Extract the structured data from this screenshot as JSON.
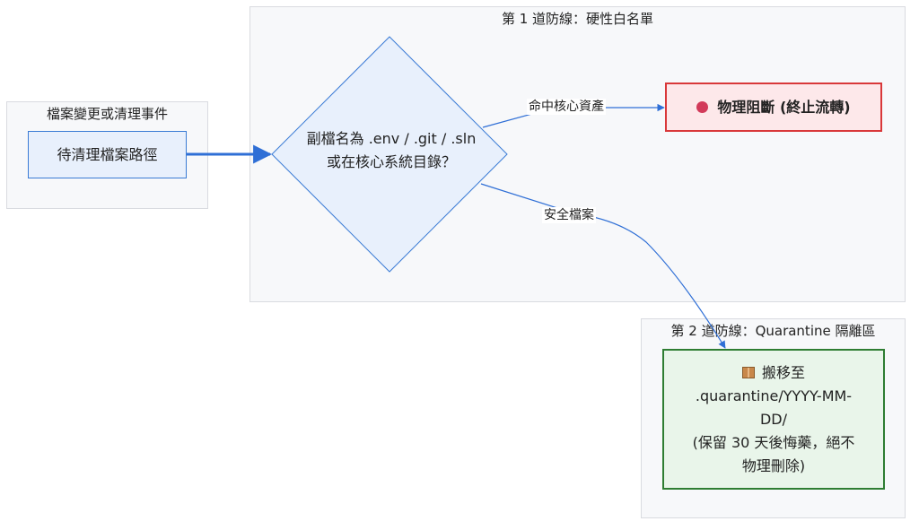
{
  "clusters": {
    "event": {
      "title": "檔案變更或清理事件"
    },
    "line1": {
      "title": "第 1 道防線：硬性白名單"
    },
    "line2": {
      "title": "第 2 道防線：Quarantine 隔離區"
    }
  },
  "nodes": {
    "start": {
      "label": "待清理檔案路徑"
    },
    "decision": {
      "line1": "副檔名為 .env / .git / .sln",
      "line2": "或在核心系統目錄？"
    },
    "block": {
      "label": "物理阻斷 (終止流轉)",
      "icon": "stop-sign-icon"
    },
    "quarantine": {
      "icon": "package-icon",
      "line1": "搬移至",
      "line2": ".quarantine/YYYY-MM-",
      "line3": "DD/",
      "line4": "(保留 30 天後悔藥，絕不",
      "line5": "物理刪除)"
    }
  },
  "edges": {
    "hit": {
      "label": "命中核心資產"
    },
    "safe": {
      "label": "安全檔案"
    }
  },
  "colors": {
    "edge": "#2f6fd6",
    "start_fill": "#e8f0fc",
    "block_fill": "#fde8ea",
    "block_border": "#d9383a",
    "quarantine_fill": "#e9f5ea",
    "quarantine_border": "#2e7d32"
  }
}
